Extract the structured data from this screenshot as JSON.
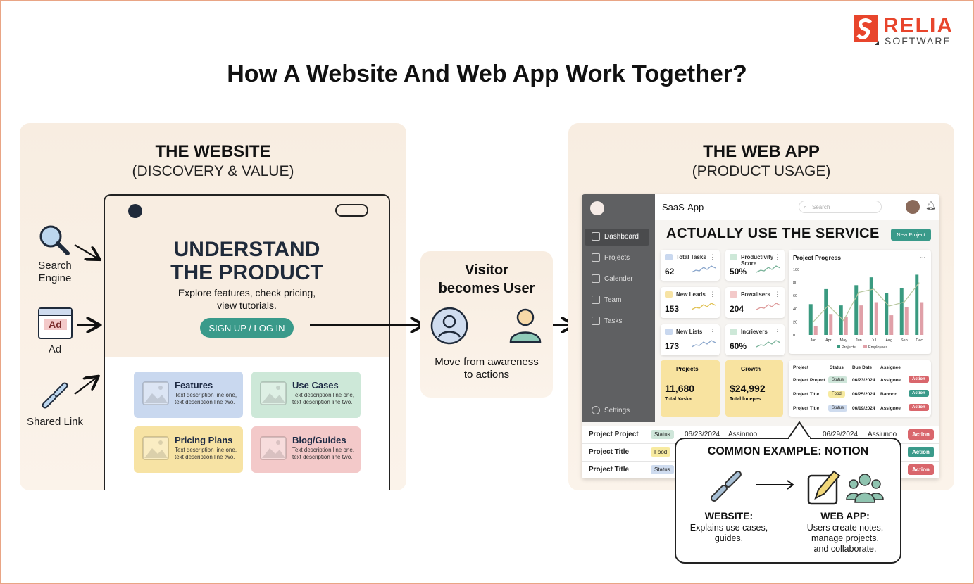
{
  "title": "How A Website And Web App Work Together?",
  "logo": {
    "name": "RELIA",
    "sub": "SOFTWARE",
    "color": "#e8452c"
  },
  "website": {
    "title": "THE WEBSITE",
    "subtitle": "(DISCOVERY & VALUE)",
    "headline1": "UNDERSTAND",
    "headline2": "THE PRODUCT",
    "desc1": "Explore features, check pricing,",
    "desc2": "view tutorials.",
    "cta": "SIGN UP / LOG IN",
    "cards": [
      {
        "title": "Features",
        "desc1": "Text description line one,",
        "desc2": "text description line two.",
        "color": "#c9d8ef"
      },
      {
        "title": "Use Cases",
        "desc1": "Text description line one,",
        "desc2": "text description line two.",
        "color": "#cde8d8"
      },
      {
        "title": "Pricing Plans",
        "desc1": "Text description line one,",
        "desc2": "text description line two.",
        "color": "#f7e3a4"
      },
      {
        "title": "Blog/Guides",
        "desc1": "Text description line one,",
        "desc2": "text description line two.",
        "color": "#f3c9c9"
      }
    ]
  },
  "sources": [
    {
      "label1": "Search",
      "label2": "Engine",
      "icon": "magnifier-icon"
    },
    {
      "label1": "Ad",
      "icon": "ad-icon",
      "badge": "Ad"
    },
    {
      "label1": "Shared Link",
      "icon": "link-icon"
    }
  ],
  "transition": {
    "title1": "Visitor",
    "title2": "becomes User",
    "desc1": "Move from awareness",
    "desc2": "to actions"
  },
  "webapp": {
    "title": "THE WEB APP",
    "subtitle": "(PRODUCT USAGE)",
    "app_name": "SaaS-App",
    "search_placeholder": "Search",
    "headline": "ACTUALLY USE THE SERVICE",
    "new_project": "New Project",
    "sidebar": [
      "Dashboard",
      "Projects",
      "Calender",
      "Team",
      "Tasks"
    ],
    "settings": "Settings",
    "stats": [
      {
        "label": "Total Tasks",
        "value": "62",
        "color": "#c9d8ef"
      },
      {
        "label": "Productivity Score",
        "value": "50%",
        "color": "#cde8d8"
      },
      {
        "label": "New Leads",
        "value": "153",
        "color": "#f7e3a4"
      },
      {
        "label": "Powalisers",
        "value": "204",
        "color": "#f3c9c9"
      },
      {
        "label": "New Lists",
        "value": "173",
        "color": "#c9d8ef"
      },
      {
        "label": "Incrievers",
        "value": "60%",
        "color": "#cde8d8"
      }
    ],
    "big_stats": [
      {
        "label": "Projects",
        "value": "11,680",
        "sub": "Total Yaska"
      },
      {
        "label": "Growth",
        "value": "$24,992",
        "sub": "Total lonepes"
      }
    ],
    "chart": {
      "title": "Project Progress",
      "menu": "...",
      "categories": [
        "Jan",
        "Apr",
        "May",
        "Jun",
        "Jul",
        "Aug",
        "Sep",
        "Dec"
      ],
      "yticks": [
        "100",
        "80",
        "60",
        "40",
        "20",
        "0"
      ],
      "ylim": [
        0,
        100
      ],
      "series": [
        {
          "name": "Projects",
          "values": [
            47,
            70,
            45,
            76,
            88,
            64,
            72,
            92
          ],
          "color": "#3a9a80"
        },
        {
          "name": "Employees",
          "values": [
            13,
            32,
            27,
            45,
            50,
            30,
            42,
            50
          ],
          "color": "#e0a0a8"
        }
      ],
      "line": [
        20,
        45,
        22,
        65,
        70,
        44,
        50,
        80
      ]
    },
    "table": {
      "headers": [
        "Project",
        "Status",
        "Due Date",
        "Assignee"
      ],
      "rows": [
        {
          "project": "Project Project",
          "status": "Status",
          "due": "06/23/2024",
          "assignee": "Assignee",
          "action": "Action",
          "scolor": "#cfe6da",
          "acolor": "#d9666c"
        },
        {
          "project": "Project Title",
          "status": "Food",
          "due": "06/25/2024",
          "assignee": "Banoon",
          "action": "Action",
          "scolor": "#f7eaa0",
          "acolor": "#3a9a8a"
        },
        {
          "project": "Project Title",
          "status": "Status",
          "due": "06/19/2024",
          "assignee": "Assignee",
          "action": "Action",
          "scolor": "#cfdcef",
          "acolor": "#d9666c"
        }
      ]
    },
    "bottom_rows": [
      {
        "project": "Project Project",
        "status": "Status",
        "due": "06/23/2024",
        "assignee": "Assinnoo",
        "due2": "06/29/2024",
        "assignee2": "Assiunoo",
        "action": "Action",
        "scolor": "#cfe6da",
        "acolor": "#d9666c"
      },
      {
        "project": "Project Title",
        "status": "Food",
        "action": "Action",
        "scolor": "#f7eaa0",
        "acolor": "#3a9a8a"
      },
      {
        "project": "Project Title",
        "status": "Status",
        "action": "Action",
        "scolor": "#cfdcef",
        "acolor": "#d9666c"
      }
    ]
  },
  "example": {
    "title": "COMMON EXAMPLE: NOTION",
    "left_title": "WEBSITE:",
    "left1": "Explains use cases,",
    "left2": "guides.",
    "right_title": "WEB APP:",
    "right1": "Users create notes,",
    "right2": "manage projects,",
    "right3": "and collaborate."
  },
  "colors": {
    "teal": "#3a9a8a",
    "panel": "#f8ede1",
    "sidebar": "#5f6062"
  }
}
